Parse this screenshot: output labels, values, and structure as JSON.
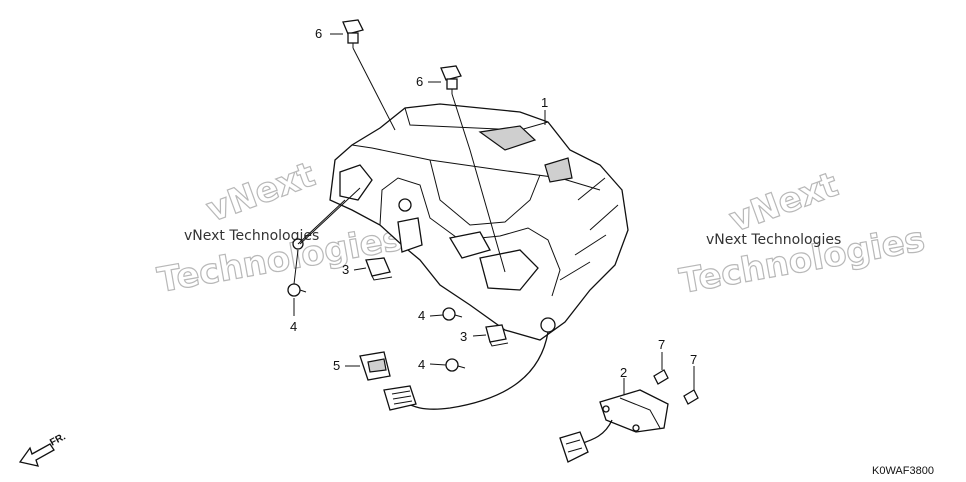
{
  "watermarks": {
    "left_small": "vNext Technologies",
    "left_large": "Technologies",
    "right_small": "vNext Technologies",
    "right_large": "Technologies",
    "top_large": "vNext",
    "top_right_large": "vNext"
  },
  "callouts": {
    "part_1": "1",
    "part_2": "2",
    "part_3a": "3",
    "part_3b": "3",
    "part_4a": "4",
    "part_4b": "4",
    "part_4c": "4",
    "part_5": "5",
    "part_6a": "6",
    "part_6b": "6",
    "part_7a": "7",
    "part_7b": "7"
  },
  "direction_label": "FR.",
  "diagram_code": "K0WAF3800"
}
